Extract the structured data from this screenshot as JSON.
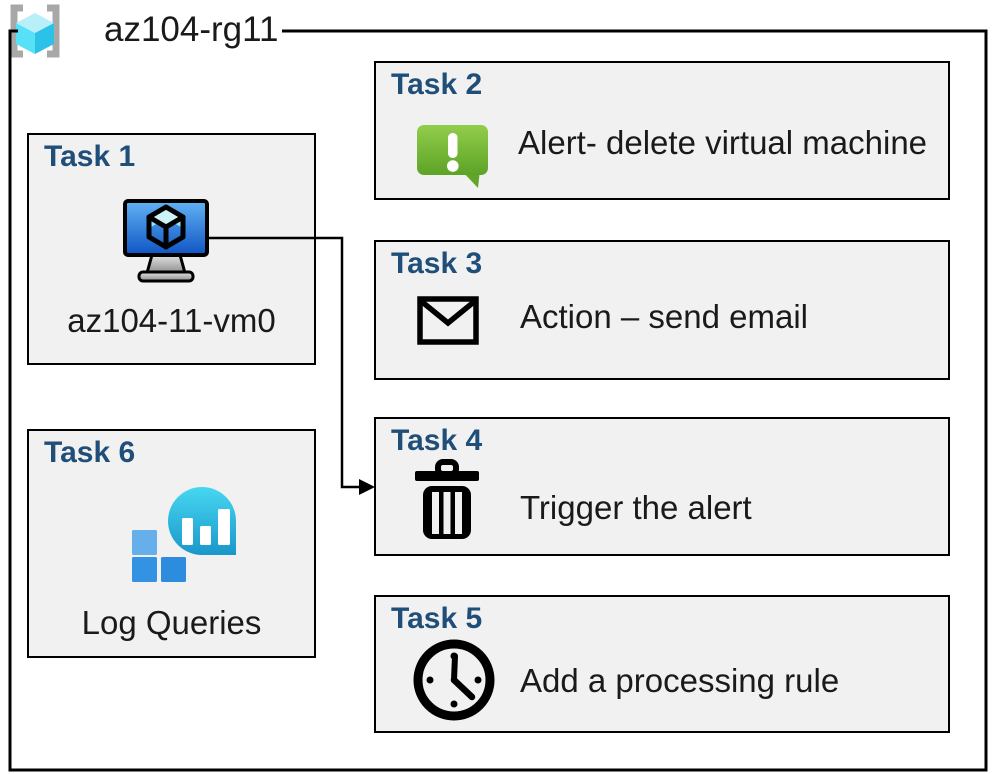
{
  "header": {
    "title": "az104-rg11",
    "icon": "resource-group-icon"
  },
  "colors": {
    "task_title": "#1F4E79",
    "box_fill": "#F1F1F1",
    "border": "#000000",
    "alert_green": "#6FB52C",
    "vm_screen_blue": "#2B7DE0",
    "log_balloon_cyan": "#2BB3DD",
    "log_square_blue": "#2E8CDF",
    "rg_cube_cyan": "#50E6FF",
    "bracket_gray": "#A8A8A8"
  },
  "tasks": [
    {
      "id": "task1",
      "title": "Task 1",
      "label": "az104-11-vm0",
      "icon": "virtual-machine-icon"
    },
    {
      "id": "task2",
      "title": "Task 2",
      "label": "Alert- delete virtual machine",
      "icon": "alert-icon"
    },
    {
      "id": "task3",
      "title": "Task 3",
      "label": "Action – send email",
      "icon": "email-icon"
    },
    {
      "id": "task4",
      "title": "Task 4",
      "label": "Trigger the alert",
      "icon": "trash-icon"
    },
    {
      "id": "task5",
      "title": "Task 5",
      "label": "Add a processing rule",
      "icon": "clock-icon"
    },
    {
      "id": "task6",
      "title": "Task 6",
      "label": "Log Queries",
      "icon": "log-analytics-icon"
    }
  ],
  "connector": {
    "from": "task1 virtual machine",
    "to": "task4"
  }
}
